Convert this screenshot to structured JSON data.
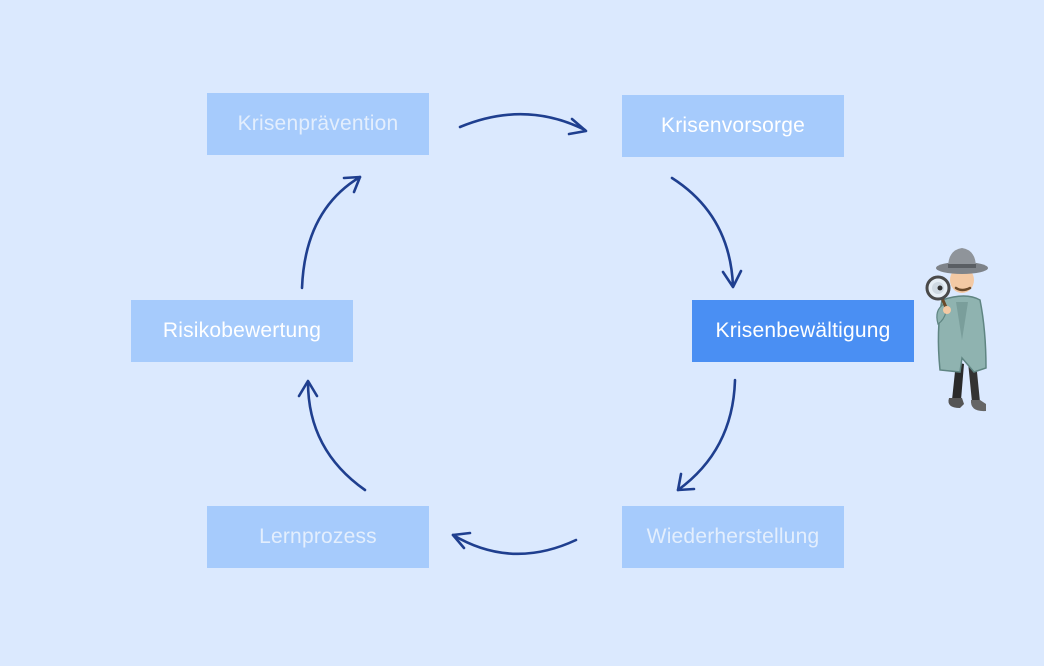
{
  "diagram": {
    "steps": [
      {
        "id": "krisenpraevention",
        "label": "Krisenprävention",
        "state": "faded"
      },
      {
        "id": "krisenvorsorge",
        "label": "Krisenvorsorge",
        "state": "normal"
      },
      {
        "id": "krisenbewaeltigung",
        "label": "Krisenbewältigung",
        "state": "active"
      },
      {
        "id": "wiederherstellung",
        "label": "Wiederherstellung",
        "state": "faded"
      },
      {
        "id": "lernprozess",
        "label": "Lernprozess",
        "state": "faded"
      },
      {
        "id": "risikobewertung",
        "label": "Risikobewertung",
        "state": "normal"
      }
    ],
    "colors": {
      "background": "#dbe9fe",
      "box": "#a6cbfc",
      "active_box": "#4a8ff3",
      "arrow": "#1f3f8f"
    },
    "illustration": "detective-with-magnifying-glass"
  }
}
